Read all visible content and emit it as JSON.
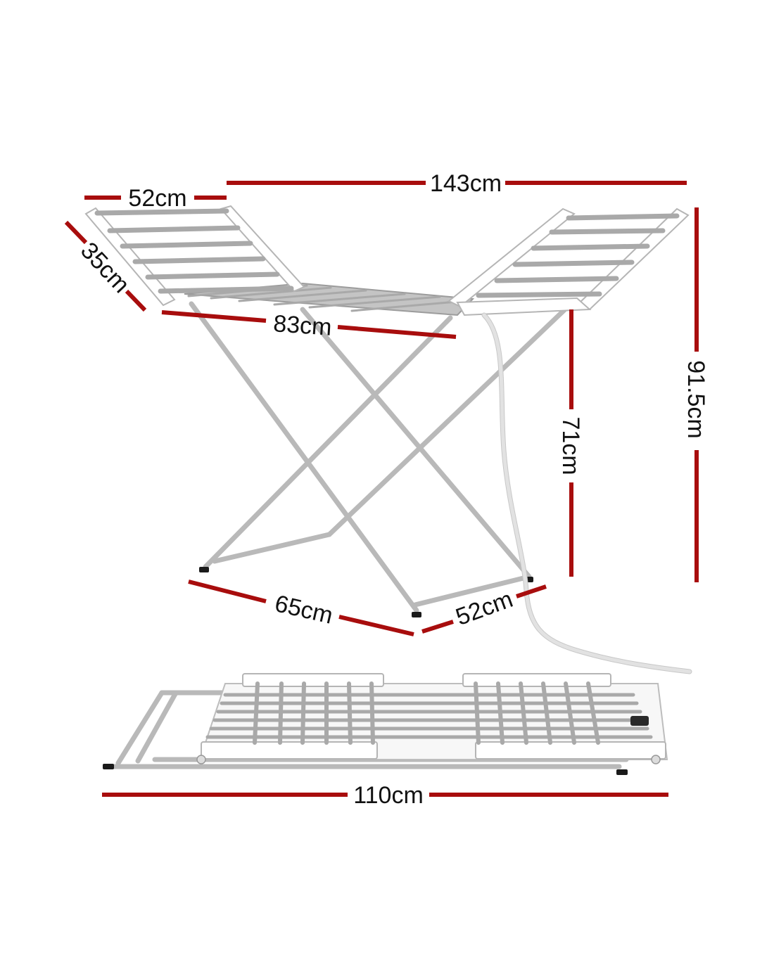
{
  "colors": {
    "dimension_line": "#a80d0d",
    "frame": "#ffffff",
    "rail": "#a9a9a9",
    "text": "#111111"
  },
  "dimensions": {
    "width_total": "143cm",
    "wing_width": "52cm",
    "wing_depth": "35cm",
    "top_length": "83cm",
    "height_total": "91.5cm",
    "height_main": "71cm",
    "base_length": "65cm",
    "base_width": "52cm",
    "folded_length": "110cm"
  }
}
